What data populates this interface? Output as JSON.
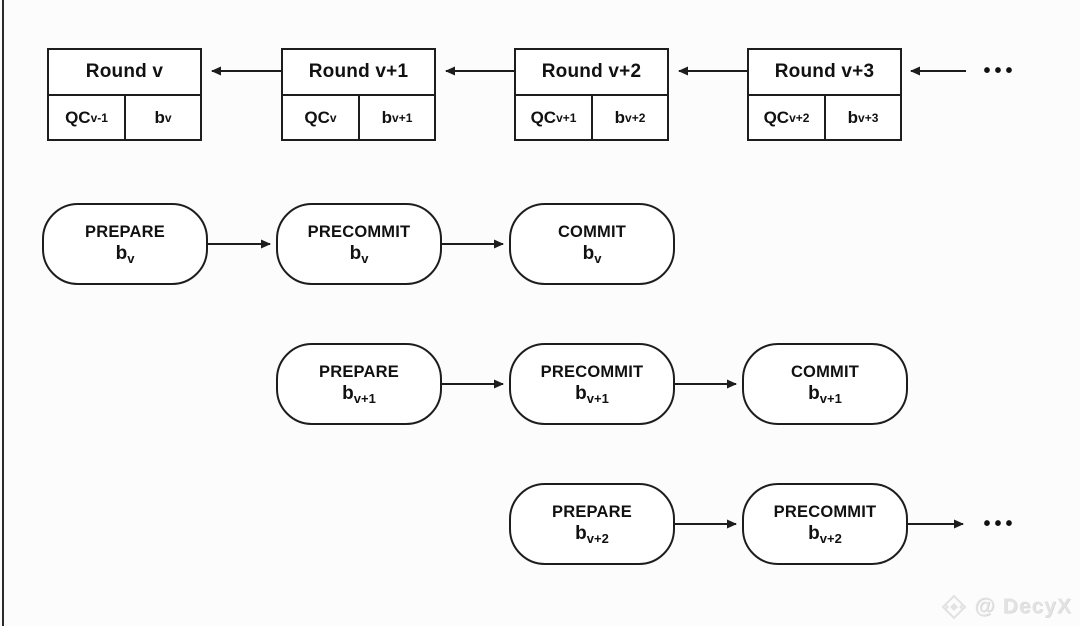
{
  "chain": {
    "blocks": [
      {
        "title": "Round v",
        "qc": {
          "base": "QC",
          "sub": "v-1"
        },
        "block": {
          "base": "b",
          "sub": "v"
        }
      },
      {
        "title": "Round v+1",
        "qc": {
          "base": "QC",
          "sub": "v"
        },
        "block": {
          "base": "b",
          "sub": "v+1"
        }
      },
      {
        "title": "Round v+2",
        "qc": {
          "base": "QC",
          "sub": "v+1"
        },
        "block": {
          "base": "b",
          "sub": "v+2"
        }
      },
      {
        "title": "Round v+3",
        "qc": {
          "base": "QC",
          "sub": "v+2"
        },
        "block": {
          "base": "b",
          "sub": "v+3"
        }
      }
    ],
    "ellipsis": "•••"
  },
  "phases": {
    "rows": [
      {
        "pills": [
          {
            "label": "PREPARE",
            "base": "b",
            "sub": "v"
          },
          {
            "label": "PRECOMMIT",
            "base": "b",
            "sub": "v"
          },
          {
            "label": "COMMIT",
            "base": "b",
            "sub": "v"
          }
        ]
      },
      {
        "pills": [
          {
            "label": "PREPARE",
            "base": "b",
            "sub": "v+1"
          },
          {
            "label": "PRECOMMIT",
            "base": "b",
            "sub": "v+1"
          },
          {
            "label": "COMMIT",
            "base": "b",
            "sub": "v+1"
          }
        ]
      },
      {
        "pills": [
          {
            "label": "PREPARE",
            "base": "b",
            "sub": "v+2"
          },
          {
            "label": "PRECOMMIT",
            "base": "b",
            "sub": "v+2"
          }
        ]
      }
    ],
    "ellipsis": "•••"
  },
  "watermark": {
    "text": "@ DecyX"
  },
  "colors": {
    "stroke": "#1d1d1d",
    "background": "#fcfcfc",
    "watermark": "#e2e2e2"
  }
}
